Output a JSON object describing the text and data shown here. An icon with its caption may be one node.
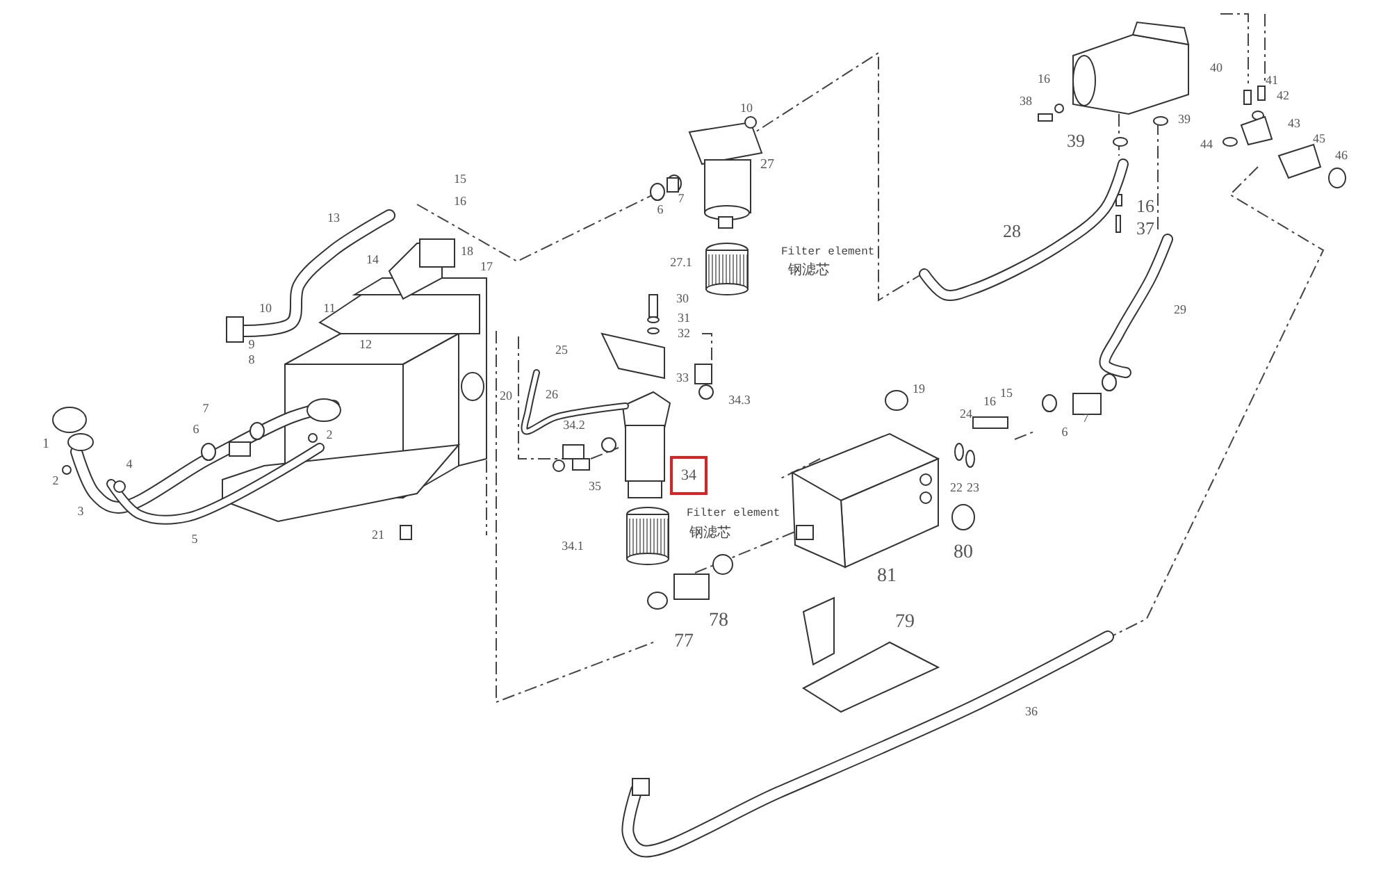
{
  "diagram": {
    "nodes": [
      {
        "text": [
          "34"
        ]
      }
    ],
    "edges": [],
    "labels": [
      "10",
      "40",
      "41",
      "16",
      "42",
      "38",
      "43",
      "39",
      "39",
      "44",
      "45",
      "46",
      "27",
      "15",
      "16",
      "7",
      "6",
      "16",
      "37",
      "13",
      "28",
      "27.1",
      "Filter element",
      "钢滤芯",
      "18",
      "17",
      "14",
      "10",
      "29",
      "11",
      "30",
      "31",
      "32",
      "12",
      "9",
      "8",
      "25",
      "33",
      "26",
      "19",
      "34.3",
      "20",
      "24",
      "16",
      "15",
      "34.2",
      "7",
      "6",
      "1",
      "4",
      "2",
      "6",
      "7",
      "2",
      "35",
      "22",
      "23",
      "3",
      "Filter element",
      "钢滤芯",
      "5",
      "34.1",
      "80",
      "21",
      "81",
      "79",
      "78",
      "77",
      "36"
    ]
  }
}
